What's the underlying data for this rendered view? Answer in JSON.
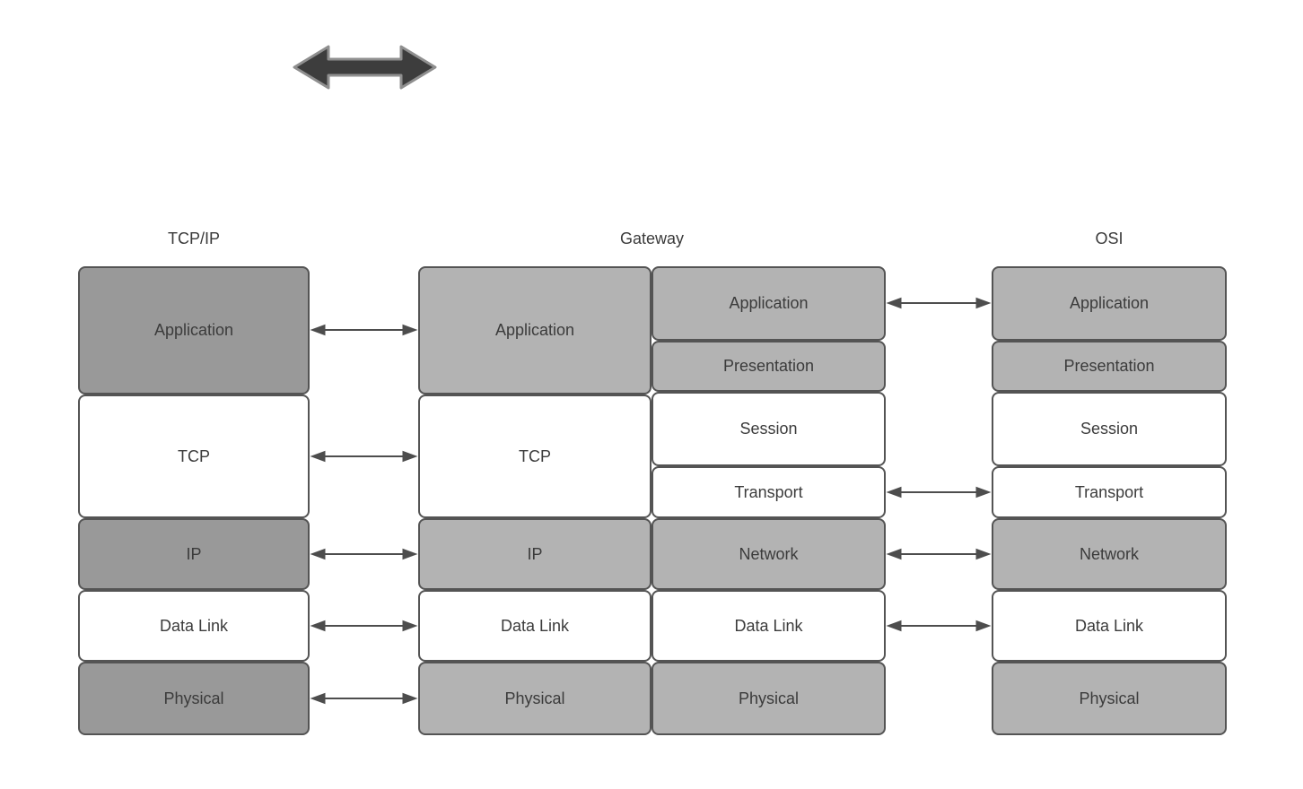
{
  "diagram": {
    "titles": {
      "tcpip": "TCP/IP",
      "gateway": "Gateway",
      "osi": "OSI"
    },
    "columns": {
      "tcpip": {
        "layers": [
          {
            "label": "Application",
            "shade": "dark"
          },
          {
            "label": "TCP",
            "shade": "white"
          },
          {
            "label": "IP",
            "shade": "dark"
          },
          {
            "label": "Data Link",
            "shade": "white"
          },
          {
            "label": "Physical",
            "shade": "dark"
          }
        ]
      },
      "gateway": {
        "left_stack": [
          {
            "label": "Application",
            "shade": "light"
          },
          {
            "label": "TCP",
            "shade": "white"
          },
          {
            "label": "IP",
            "shade": "light"
          },
          {
            "label": "Data Link",
            "shade": "white"
          },
          {
            "label": "Physical",
            "shade": "light"
          }
        ],
        "right_stack": [
          {
            "label": "Application",
            "shade": "light"
          },
          {
            "label": "Presentation",
            "shade": "light"
          },
          {
            "label": "Session",
            "shade": "white"
          },
          {
            "label": "Transport",
            "shade": "white"
          },
          {
            "label": "Network",
            "shade": "light"
          },
          {
            "label": "Data Link",
            "shade": "white"
          },
          {
            "label": "Physical",
            "shade": "light"
          }
        ]
      },
      "osi": {
        "layers": [
          {
            "label": "Application",
            "shade": "light"
          },
          {
            "label": "Presentation",
            "shade": "light"
          },
          {
            "label": "Session",
            "shade": "white"
          },
          {
            "label": "Transport",
            "shade": "white"
          },
          {
            "label": "Network",
            "shade": "light"
          },
          {
            "label": "Data Link",
            "shade": "white"
          },
          {
            "label": "Physical",
            "shade": "light"
          }
        ]
      }
    },
    "connections": {
      "tcpip_to_gateway": [
        "Application",
        "TCP",
        "IP",
        "Data Link",
        "Physical"
      ],
      "gateway_to_osi": [
        "Application",
        "Transport",
        "Network",
        "Data Link"
      ]
    },
    "icons": {
      "top_icon": "thick-double-headed-arrow-icon",
      "connector_icon": "double-headed-arrow-connector"
    },
    "colors": {
      "dark_gray_fill": "#999999",
      "light_gray_fill": "#b3b3b3",
      "white_fill": "#ffffff",
      "box_border": "#545454",
      "text": "#3b3b3b",
      "thin_arrow": "#4d4d4d",
      "thick_arrow_fill": "#3d3d3d",
      "thick_arrow_stroke": "#8f8f8f"
    }
  }
}
